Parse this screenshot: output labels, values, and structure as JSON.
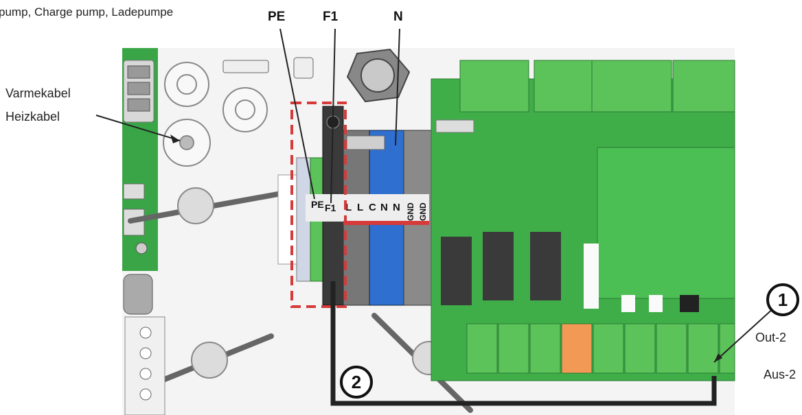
{
  "labels": {
    "top_text": "pump, Charge pump, Ladepumpe",
    "pe": "PE",
    "f1": "F1",
    "n": "N",
    "heating_cable_1": "Varmekabel",
    "heating_cable_2": "Heizkabel",
    "marker_1": "1",
    "marker_2": "2",
    "out_2": "Out-2",
    "aus_2": "Aus-2"
  },
  "terminal_labels": [
    "PE",
    "F1",
    "L",
    "L",
    "C",
    "N",
    "N",
    "GND",
    "GND"
  ],
  "colors": {
    "board_green": "#3fae49",
    "terminal_green": "#5cc25a",
    "terminal_blue": "#2f6fd0",
    "highlight_red": "#d63a3a",
    "orange": "#f29a55"
  }
}
